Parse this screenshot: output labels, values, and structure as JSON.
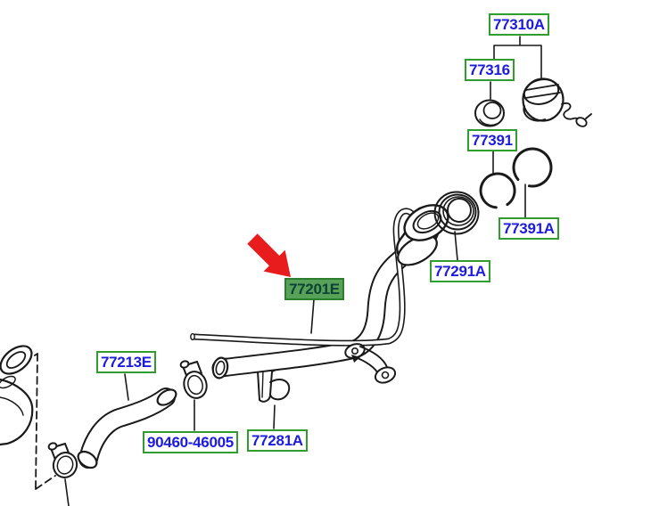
{
  "diagram": {
    "type": "parts-exploded-diagram",
    "subject": "Fuel tank filler pipe assembly",
    "selected_part": "77201E",
    "labels": [
      {
        "code": "77310A",
        "highlighted": false
      },
      {
        "code": "77316",
        "highlighted": false
      },
      {
        "code": "77391",
        "highlighted": false
      },
      {
        "code": "77391A",
        "highlighted": false
      },
      {
        "code": "77291A",
        "highlighted": false
      },
      {
        "code": "77201E",
        "highlighted": true
      },
      {
        "code": "77213E",
        "highlighted": false
      },
      {
        "code": "90460-46005",
        "highlighted": false
      },
      {
        "code": "77281A",
        "highlighted": false
      }
    ],
    "colors": {
      "canvas": "#ffffff",
      "line_art": "#1a1a1a",
      "label_text": "#1c1cdf",
      "label_border": "#2f9e2f",
      "label_bg": "#ffffff",
      "highlight_bg": "#58a158",
      "highlight_border": "#2c7d2c",
      "highlight_text": "#0d4334",
      "arrow": "#e81c1c"
    },
    "icons": {
      "selection_arrow": "red-arrow-icon"
    }
  }
}
